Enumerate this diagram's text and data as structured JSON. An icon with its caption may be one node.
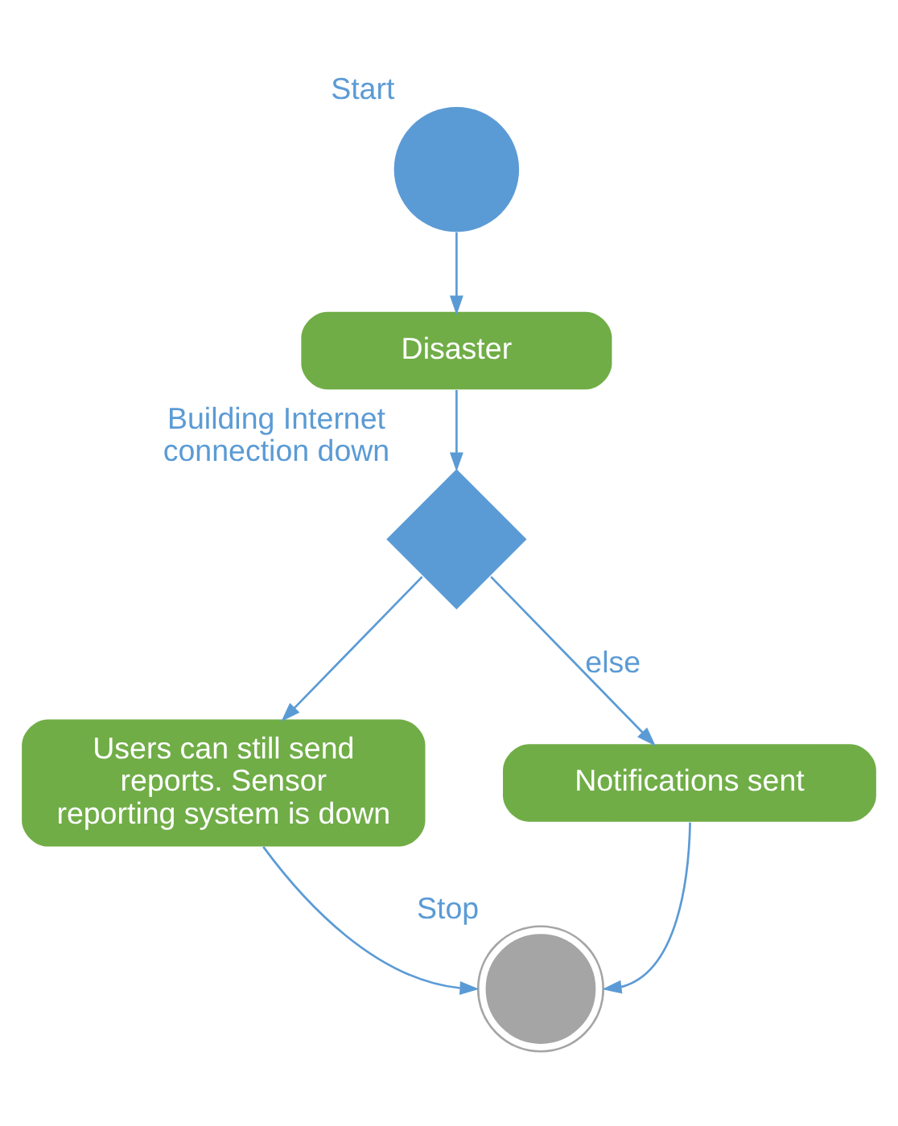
{
  "diagram": {
    "nodes": [
      {
        "text": [],
        "shape": "circle",
        "beside": [
          "Start"
        ]
      },
      {
        "text": [
          "Disaster"
        ]
      },
      {
        "text": [],
        "shape": "diamond",
        "beside": [
          "Building Internet connection down"
        ]
      },
      {
        "text": [
          "Users can still send reports. Sensor reporting system is down"
        ]
      },
      {
        "text": [
          "Notifications sent"
        ]
      },
      {
        "text": [],
        "shape": "circle",
        "beside": [
          "Stop"
        ]
      }
    ],
    "edges": [
      {
        "from": 0,
        "to": 1,
        "arrow": "to"
      },
      {
        "from": 1,
        "to": 2,
        "arrow": "to"
      },
      {
        "from": 2,
        "to": 3,
        "arrow": "to"
      },
      {
        "from": 2,
        "to": 4,
        "arrow": "to",
        "label": "else"
      },
      {
        "from": 3,
        "to": 5,
        "arrow": "to"
      },
      {
        "from": 4,
        "to": 5,
        "arrow": "to"
      }
    ]
  }
}
